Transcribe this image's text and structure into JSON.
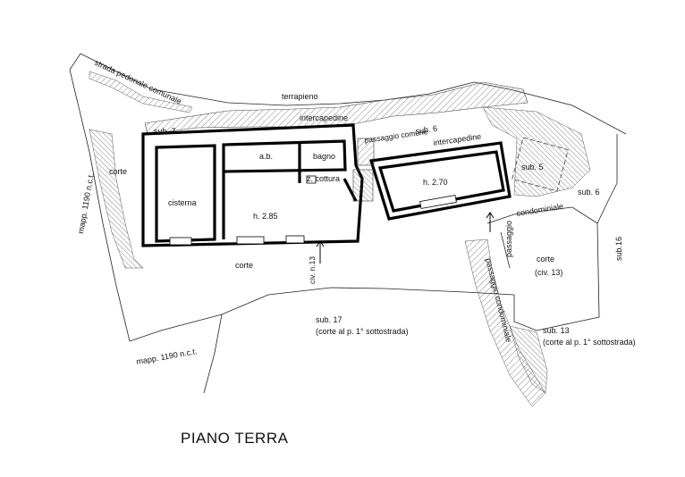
{
  "title": "PIANO TERRA",
  "labels": {
    "strada": "strada pedonale comunale",
    "terrapieno": "terrapieno",
    "intercapedine_top": "intercapedine",
    "sub7": "sub. 7",
    "passaggio_comune": "passaggio comune",
    "sub6_top": "sub. 6",
    "intercapedine_right": "intercapedine",
    "sub5": "sub. 5",
    "sub6_right": "sub. 6",
    "condominiale": "condominiale",
    "passaggio": "passaggio",
    "sub16": "sub.16",
    "corte_left": "corte",
    "mapp_left": "mapp. 1190 n.c.t.",
    "cisterna": "cisterna",
    "ab": "a.b.",
    "bagno": "bagno",
    "zcottura": "z. cottura",
    "h285": "h. 2.85",
    "h270": "h. 2.70",
    "corte_bottom": "corte",
    "civ13": "civ. n.13",
    "corte_right": "corte",
    "corte_right_civ": "(civ. 13)",
    "sub17": "sub. 17",
    "sub17_desc": "(corte al p. 1° sottostrada)",
    "mapp_bottom": "mapp. 1190 n.c.t.",
    "passaggio_condominiale": "passaggio condominiale",
    "sub13": "sub. 13",
    "sub13_desc": "(corte al p. 1° sottostrada)"
  }
}
